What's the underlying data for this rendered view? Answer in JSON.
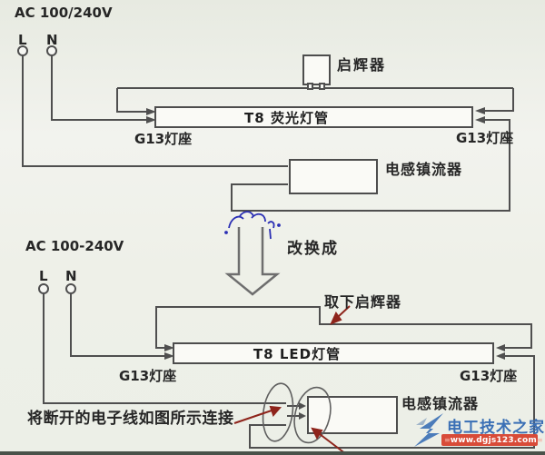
{
  "top_diagram": {
    "power_label": "AC 100/240V",
    "line_terminal": "L",
    "neutral_terminal": "N",
    "starter_label": "启辉器",
    "tube_label": "T8 荧光灯管",
    "socket_left": "G13灯座",
    "socket_right": "G13灯座",
    "ballast_label": "电感镇流器"
  },
  "transition": {
    "arrow_label": "改换成",
    "remove_starter_label": "取下启辉器"
  },
  "bottom_diagram": {
    "power_label": "AC 100-240V",
    "line_terminal": "L",
    "neutral_terminal": "N",
    "tube_label": "T8 LED灯管",
    "socket_left": "G13灯座",
    "socket_right": "G13灯座",
    "ballast_label": "电感镇流器",
    "instruction": "将断开的电子线如图所示连接"
  },
  "watermark": {
    "site_name": "电工技术之家",
    "site_url": "www.dgjs123.com"
  },
  "colors": {
    "wire": "#4f4f4f",
    "annotation_red": "#8e241b",
    "scribble_blue": "#2b2fb4",
    "watermark_blue": "#3a6fb5",
    "watermark_band_red": "#d84b38",
    "background": "#eef0e8"
  }
}
